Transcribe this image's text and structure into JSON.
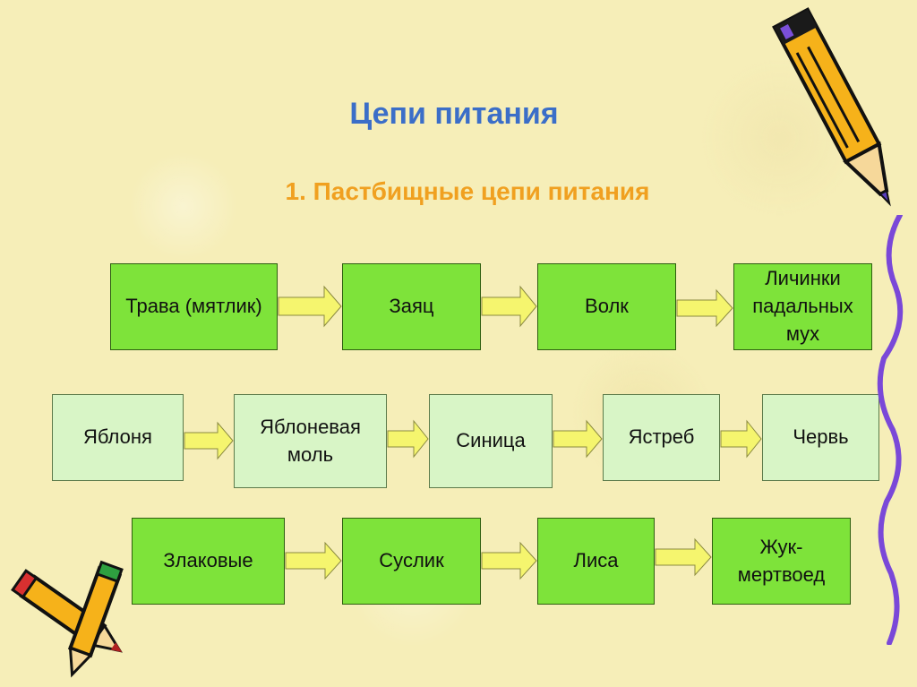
{
  "title": "Цепи питания",
  "subtitle": "1. Пастбищные цепи питания",
  "rows": [
    {
      "name": "row-1",
      "items": [
        "Трава (мятлик)",
        "Заяц",
        "Волк",
        "Личинки падальных мух"
      ]
    },
    {
      "name": "row-2",
      "items": [
        "Яблоня",
        "Яблоневая моль",
        "Синица",
        "Ястреб",
        "Червь"
      ]
    },
    {
      "name": "row-3",
      "items": [
        "Злаковые",
        "Суслик",
        "Лиса",
        "Жук-мертвоед"
      ]
    }
  ],
  "colors": {
    "bright_box": "#7ee33a",
    "pale_box": "#d8f5c6",
    "arrow": "#f5f56e",
    "title": "#3b6ec8",
    "subtitle": "#f0a020"
  }
}
